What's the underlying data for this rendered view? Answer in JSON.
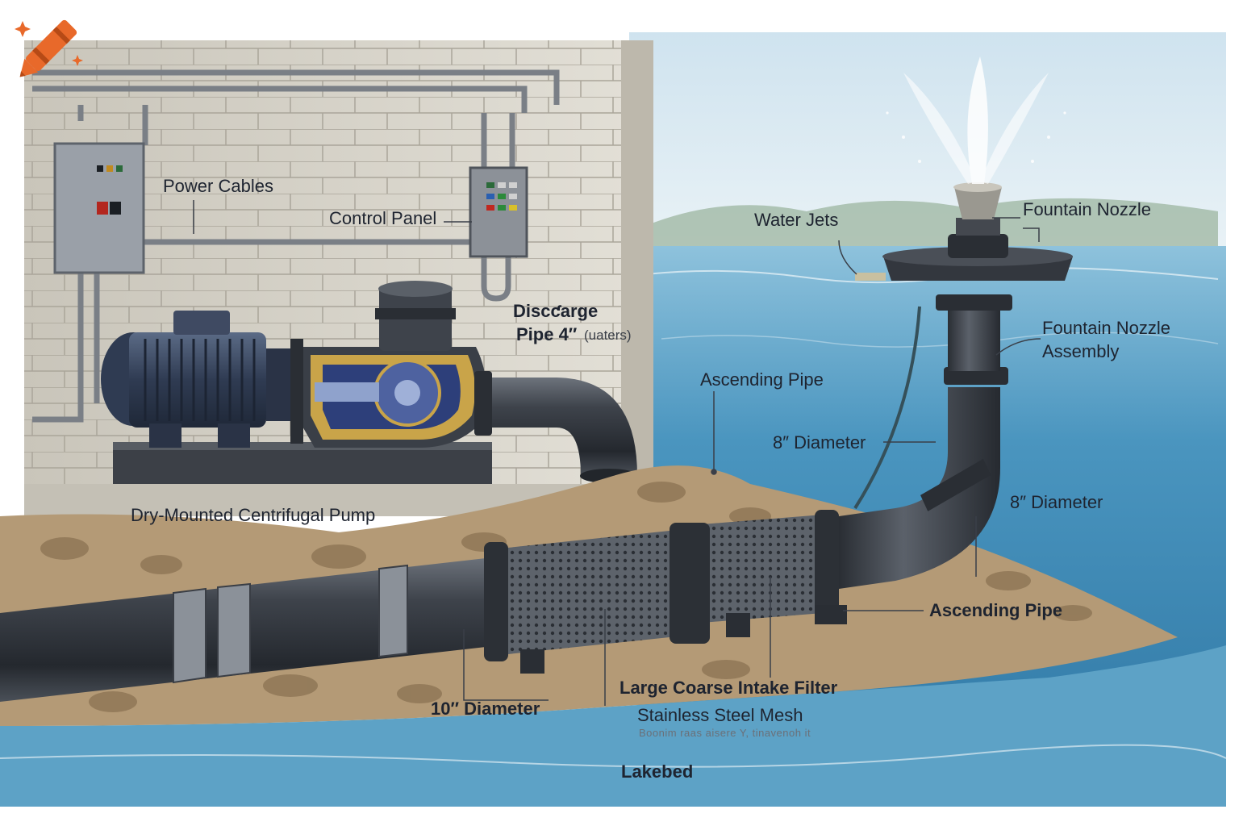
{
  "labels": {
    "power_cables": "Power Cables",
    "control_panel": "Control Panel",
    "discharge_pipe_line1": "Discƈarge",
    "discharge_pipe_line2": "Pipe 4″",
    "discharge_pipe_note": "(uaters)",
    "dry_mounted_pump": "Dry-Mounted Centrifugal Pump",
    "water_jets": "Water Jets",
    "fountain_nozzle": "Fountain Nozzle",
    "fountain_nozzle_assembly_line1": "Fountain Nozzle",
    "fountain_nozzle_assembly_line2": "Assembly",
    "ascending_pipe_upper": "Ascending Pipe",
    "diameter_8_left": "8″ Diameter",
    "diameter_8_right": "8″ Diameter",
    "ascending_pipe_lower": "Ascending Pipe",
    "diameter_10": "10″ Diameter",
    "intake_filter": "Large Coarse Intake Filter",
    "stainless_mesh": "Stainless Steel Mesh",
    "garbled_note": "Boonim raas aisere Y, tinavenoh it",
    "lakebed": "Lakebed"
  },
  "colors": {
    "wall": "#d9d6cc",
    "water": "#4f93b8",
    "pipe": "#3b4048",
    "pump_blue": "#2d3f7a",
    "pump_brass": "#c9a449",
    "rock": "#a88f6e",
    "brand_orange": "#e8692a"
  },
  "icons": {
    "brand": "crayon-logo-icon"
  }
}
